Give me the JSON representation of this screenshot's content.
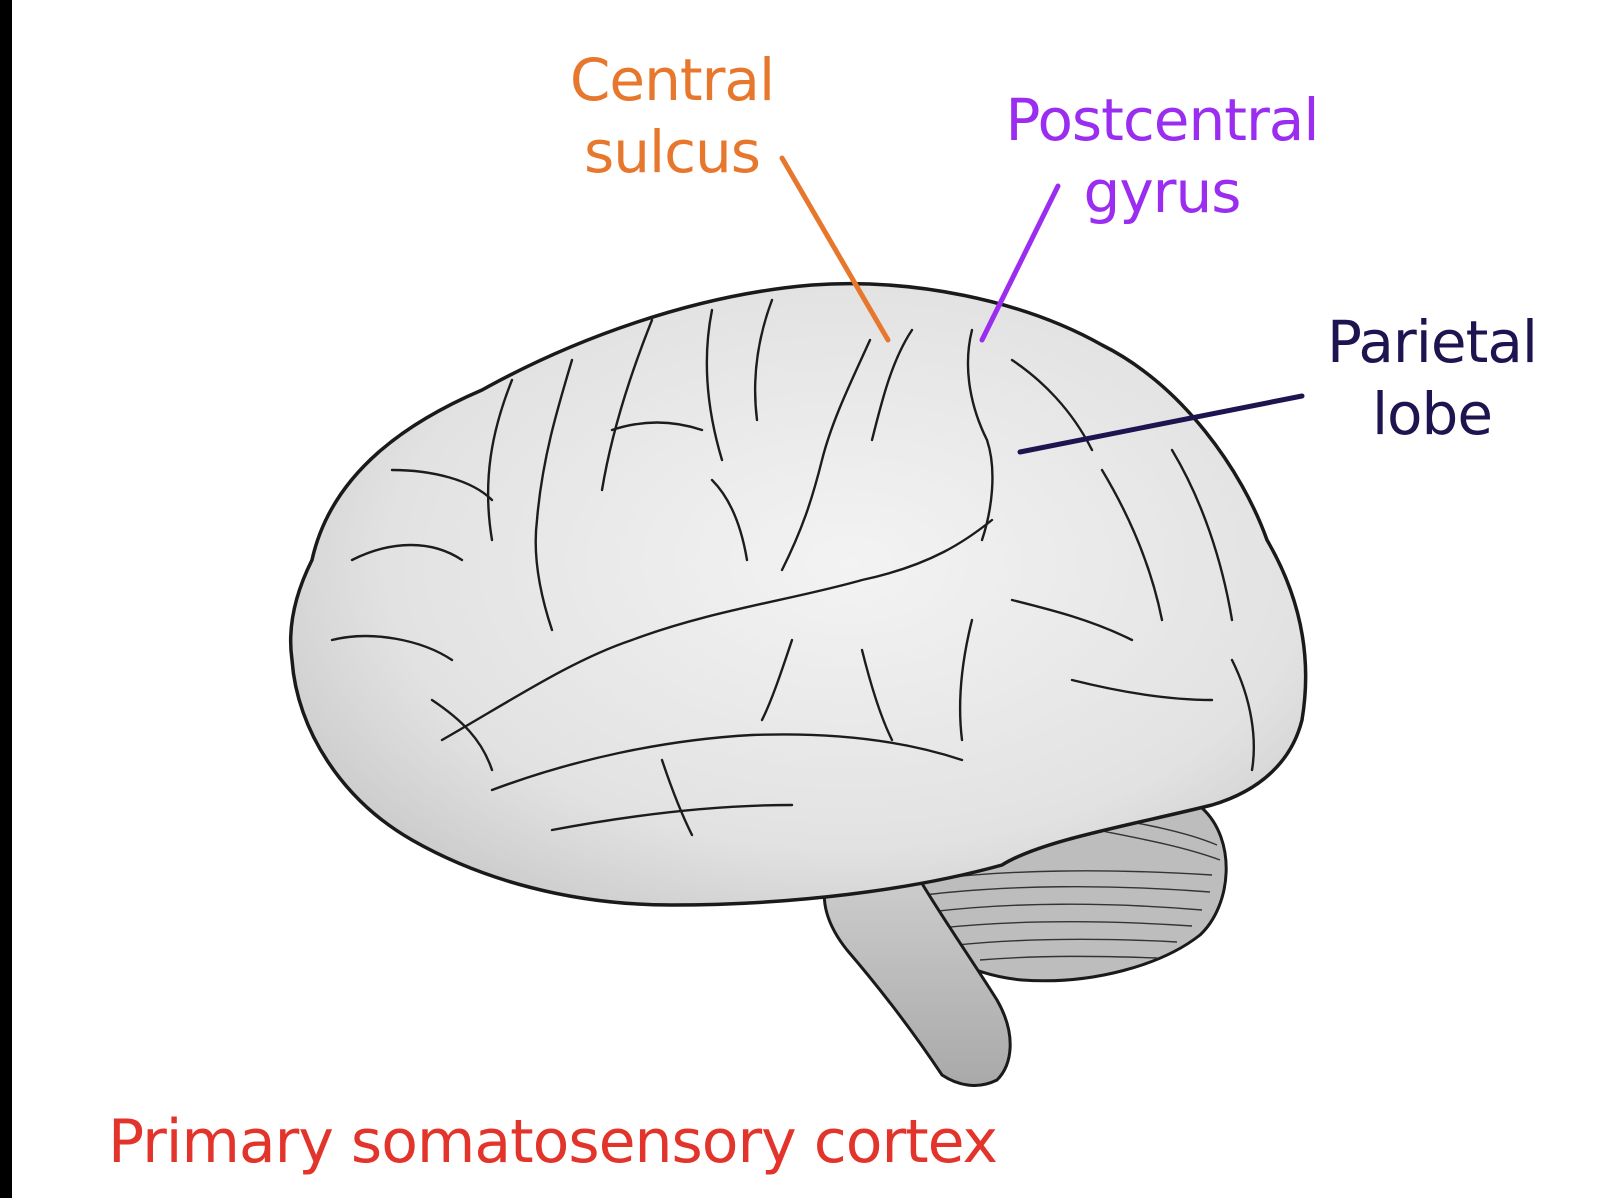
{
  "labels": {
    "central_sulcus": [
      "Central",
      "sulcus"
    ],
    "postcentral_gyrus": [
      "Postcentral",
      "gyrus"
    ],
    "parietal_lobe": [
      "Parietal",
      "lobe"
    ],
    "caption": "Primary somatosensory cortex"
  },
  "colors": {
    "central_sulcus": "#e8772e",
    "postcentral_gyrus": "#9a2df0",
    "parietal_lobe": "#1e1450",
    "caption": "#e2342b",
    "outline": "#1a1a1a",
    "brain_fill": "#e9e9e9",
    "cerebellum_fill": "#b9b9b9"
  },
  "illustration": "lateral-view-brain-sketch"
}
